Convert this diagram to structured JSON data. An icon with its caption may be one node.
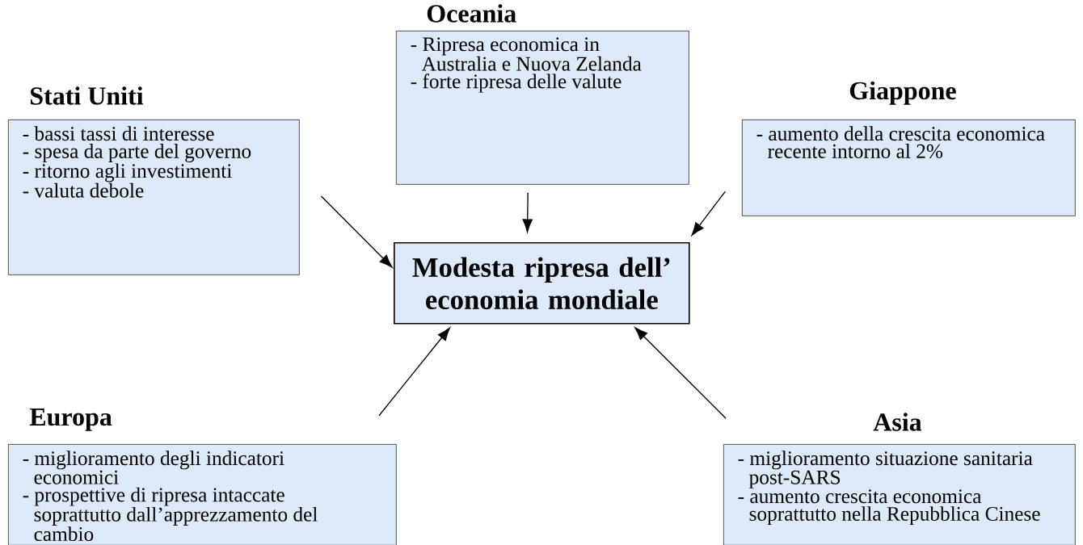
{
  "diagram": {
    "nodes": [
      {
        "text": [
          "Oceania",
          "- Ripresa economica in Australia e Nuova Zelanda",
          "- forte ripresa delle valute"
        ]
      },
      {
        "text": [
          "Stati Uniti",
          "- bassi tassi di interesse",
          "- spesa da parte del governo",
          "- ritorno agli investimenti",
          "- valuta debole"
        ]
      },
      {
        "text": [
          "Giappone",
          "- aumento della crescita economica recente intorno al 2%"
        ]
      },
      {
        "text": [
          "Modesta ripresa dell’ economia mondiale"
        ]
      },
      {
        "text": [
          "Europa",
          "- miglioramento degli indicatori economici",
          "- prospettive di ripresa intaccate soprattutto dall’apprezzamento del cambio"
        ]
      },
      {
        "text": [
          "Asia",
          "- miglioramento situazione sanitaria post-SARS",
          "- aumento crescita economica soprattutto nella Repubblica Cinese"
        ]
      }
    ],
    "edges": [
      {
        "from": 1,
        "to": 3,
        "arrow": "to"
      },
      {
        "from": 0,
        "to": 3,
        "arrow": "to"
      },
      {
        "from": 2,
        "to": 3,
        "arrow": "to"
      },
      {
        "from": 4,
        "to": 3,
        "arrow": "to"
      },
      {
        "from": 5,
        "to": 3,
        "arrow": "to"
      }
    ]
  }
}
